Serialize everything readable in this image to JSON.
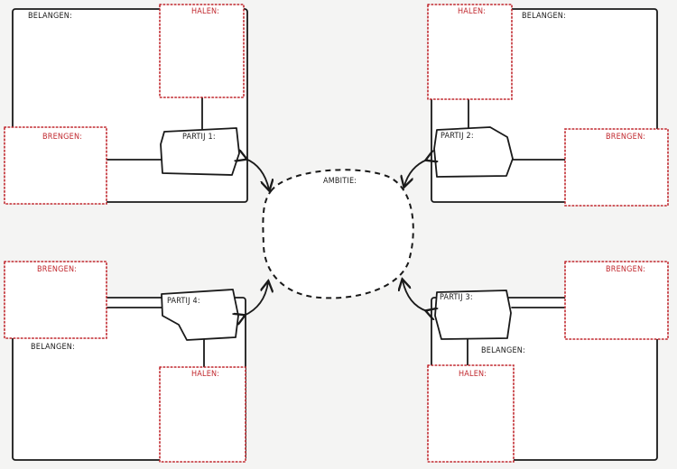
{
  "center": {
    "label": "AMBITIE:"
  },
  "parties": [
    {
      "label": "PARTIJ 1:",
      "belangen": "BELANGEN:",
      "halen": "HALEN:",
      "brengen": "BRENGEN:"
    },
    {
      "label": "PARTIJ 2:",
      "belangen": "BELANGEN:",
      "halen": "HALEN:",
      "brengen": "BRENGEN:"
    },
    {
      "label": "PARTIJ 3:",
      "belangen": "BELANGEN:",
      "halen": "HALEN:",
      "brengen": "BRENGEN:"
    },
    {
      "label": "PARTIJ 4:",
      "belangen": "BELANGEN:",
      "halen": "HALEN:",
      "brengen": "BRENGEN:"
    }
  ],
  "colors": {
    "ink": "#1a1a1a",
    "accent_red": "#c0272d",
    "background": "#f4f4f3"
  }
}
